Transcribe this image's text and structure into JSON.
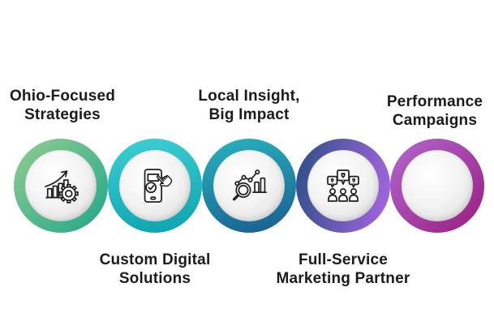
{
  "infographic": {
    "background": "#ffffff",
    "text_color": "#1b1b1b",
    "disc_center_color": "#ffffff",
    "disc_edge_color": "#d8d8d8",
    "icon_stroke_color": "#1f1f1f",
    "steps": [
      {
        "label_line1": "Ohio-Focused",
        "label_line2": "Strategies",
        "label_position": "top",
        "icon": "growth-chart-gear-icon",
        "ring_from": "#92CD90",
        "ring_to": "#21A68B"
      },
      {
        "label_line1": "Custom Digital",
        "label_line2": "Solutions",
        "label_position": "bottom",
        "icon": "mobile-tap-check-icon",
        "ring_from": "#3DCFD2",
        "ring_to": "#0CA3AF"
      },
      {
        "label_line1": "Local Insight,",
        "label_line2": "Big Impact",
        "label_position": "top",
        "icon": "search-analytics-icon",
        "ring_from": "#27B5C0",
        "ring_to": "#195C8F"
      },
      {
        "label_line1": "Full-Service",
        "label_line2": "Marketing Partner",
        "label_position": "bottom",
        "icon": "audience-feedback-icon",
        "ring_from": "#2C4F86",
        "ring_to": "#A866E4"
      },
      {
        "label_line1": "Performance",
        "label_line2": "Campaigns",
        "label_position": "top",
        "icon": "none",
        "ring_from": "#B168D0",
        "ring_to": "#9B1C80"
      }
    ]
  }
}
